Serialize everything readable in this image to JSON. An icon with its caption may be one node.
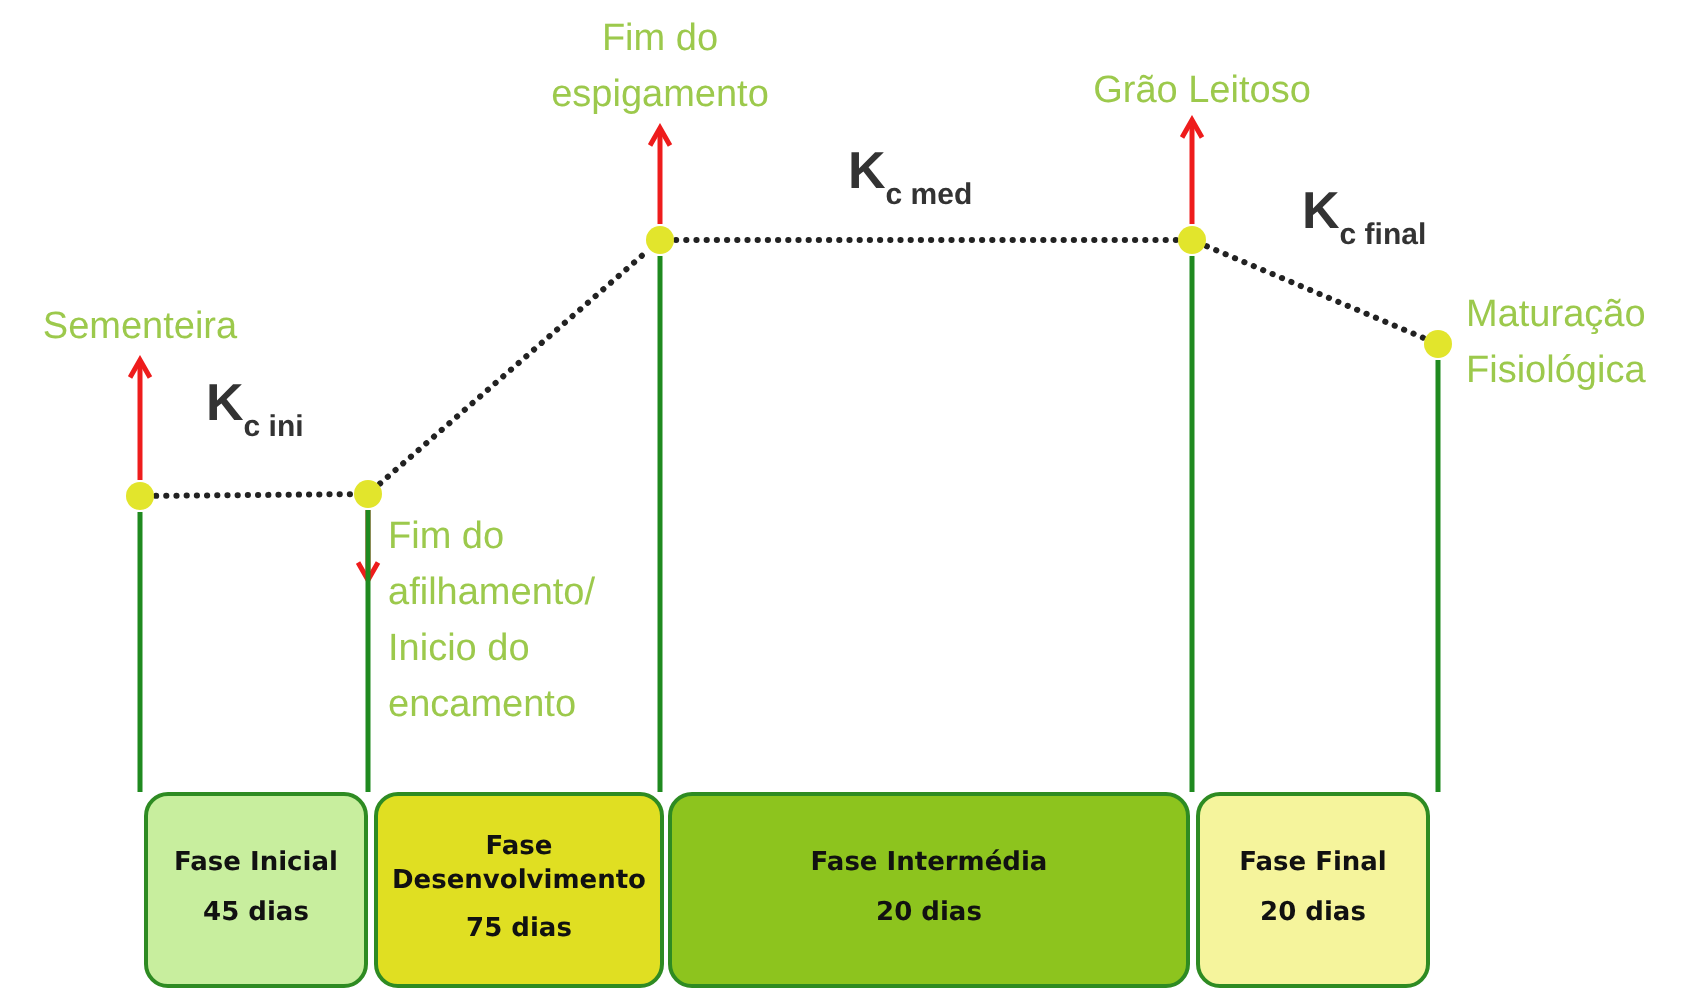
{
  "diagram": {
    "nodes": [
      {
        "text": [],
        "shape": "circle"
      },
      {
        "text": [],
        "shape": "circle"
      },
      {
        "text": [],
        "shape": "circle"
      },
      {
        "text": [],
        "shape": "circle"
      },
      {
        "text": [],
        "shape": "circle",
        "beside": [
          "Maturação Fisiológica"
        ]
      },
      {
        "text": [
          "Sementeira"
        ]
      },
      {
        "text": [
          "Fim do espigamento"
        ]
      },
      {
        "text": [
          "Grão Leitoso"
        ]
      },
      {
        "text": [
          "Fase Inicial",
          "45 dias"
        ]
      },
      {
        "text": [
          "Fase Desenvolvimento",
          "75 dias"
        ]
      },
      {
        "text": [
          "Fase Intermédia",
          "20 dias"
        ]
      },
      {
        "text": [
          "Fase Final",
          "20 dias"
        ]
      },
      {
        "text": [
          "Fim do afilhamento/ Inicio do encamento"
        ]
      }
    ],
    "edges": [
      {
        "from": 0,
        "to": 1,
        "arrow": "none",
        "style": "dashed",
        "color": "#222222",
        "label": "K$_{c ini}$"
      },
      {
        "from": 1,
        "to": 2,
        "arrow": "none",
        "style": "dashed",
        "color": "#222222"
      },
      {
        "from": 2,
        "to": 3,
        "arrow": "none",
        "style": "dashed",
        "color": "#222222",
        "label": "K$_{c med}$"
      },
      {
        "from": 3,
        "to": 4,
        "arrow": "none",
        "style": "dashed",
        "color": "#222222",
        "label": "K$_{c final}$"
      },
      {
        "from": 0,
        "to": 5,
        "arrow": "to",
        "color": "#ee1c1c"
      },
      {
        "from": 1,
        "to": 12,
        "arrow": "to",
        "color": "#ee1c1c"
      },
      {
        "from": 2,
        "to": 6,
        "arrow": "to",
        "color": "#ee1c1c"
      },
      {
        "from": 3,
        "to": 7,
        "arrow": "to",
        "color": "#ee1c1c"
      },
      {
        "from": 0,
        "to": 8,
        "arrow": "none"
      },
      {
        "from": 1,
        "to": 9,
        "arrow": "none"
      },
      {
        "from": 2,
        "to": 10,
        "arrow": "none"
      },
      {
        "from": 3,
        "to": 11,
        "arrow": "none"
      },
      {
        "from": 4,
        "to": 11,
        "arrow": "none"
      }
    ]
  }
}
